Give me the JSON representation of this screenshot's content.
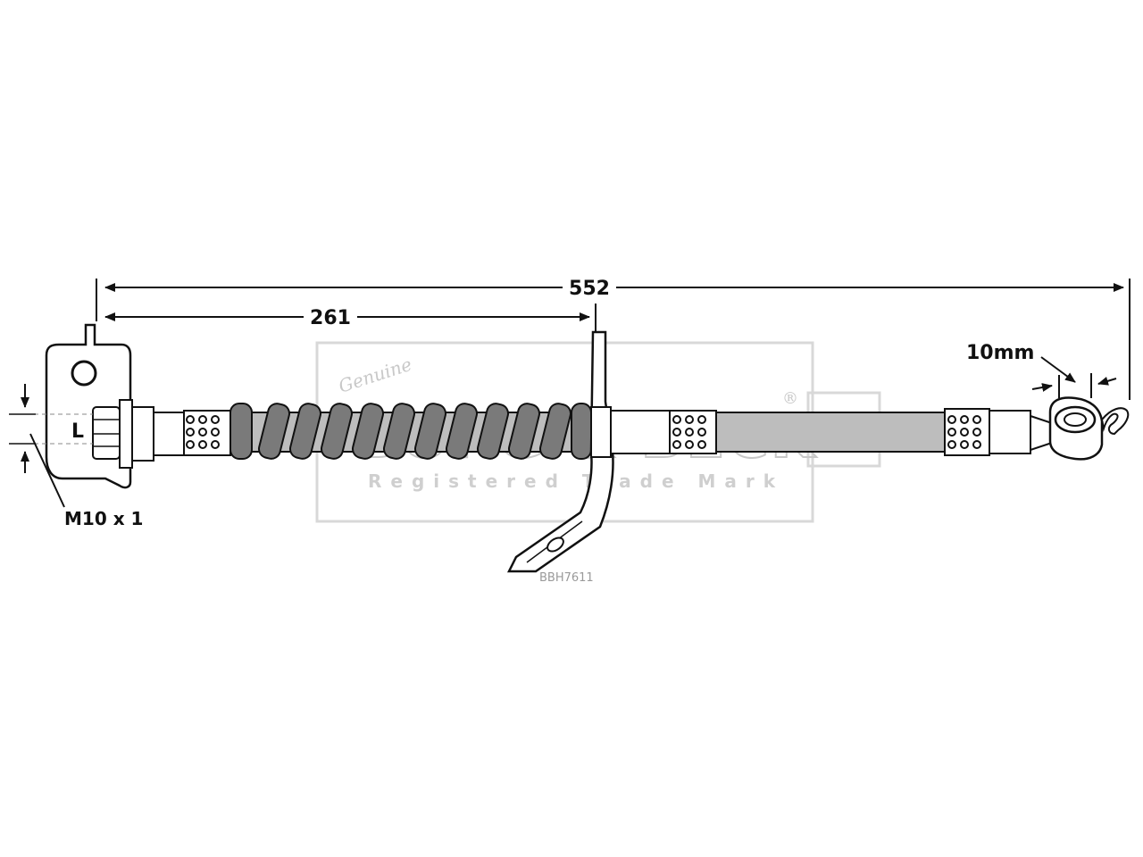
{
  "dimensions": {
    "overall_length": "552",
    "bracket_distance": "261",
    "eye_width": "10mm",
    "thread": "M10 x 1",
    "end_marker": "L"
  },
  "watermark": {
    "script": "Genuine",
    "brand": "BORG & BECK",
    "registered_mark": "®",
    "subtitle": "Registered Trade Mark"
  },
  "part_number": "BBH7611",
  "colors": {
    "line": "#111111",
    "hose_fill": "#bdbdbd",
    "spring_fill": "#7a7a7a",
    "watermark": "#c8c8c8"
  }
}
